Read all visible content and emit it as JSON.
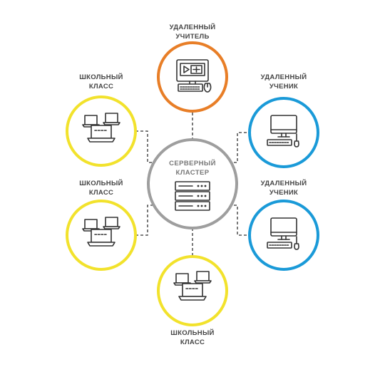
{
  "colors": {
    "teacher": "#E87E27",
    "classroom": "#F2E22C",
    "student": "#1A9AD8",
    "server": "#9E9E9E",
    "icon": "#333333",
    "label": "#444444"
  },
  "center": {
    "label_line1": "СЕРВЕРНЫЙ",
    "label_line2": "КЛАСТЕР",
    "icon": "server-rack-icon"
  },
  "nodes": {
    "teacher": {
      "line1": "УДАЛЕННЫЙ",
      "line2": "УЧИТЕЛЬ",
      "icon": "teacher-workstation-icon"
    },
    "class_top_left": {
      "line1": "ШКОЛЬНЫЙ",
      "line2": "КЛАСС",
      "icon": "laptops-group-icon"
    },
    "class_mid_left": {
      "line1": "ШКОЛЬНЫЙ",
      "line2": "КЛАСС",
      "icon": "laptops-group-icon"
    },
    "class_bottom": {
      "line1": "ШКОЛЬНЫЙ",
      "line2": "КЛАСС",
      "icon": "laptops-group-icon"
    },
    "student_top": {
      "line1": "УДАЛЕННЫЙ",
      "line2": "УЧЕНИК",
      "icon": "desktop-computer-icon"
    },
    "student_bottom": {
      "line1": "УДАЛЕННЫЙ",
      "line2": "УЧЕНИК",
      "icon": "desktop-computer-icon"
    }
  }
}
